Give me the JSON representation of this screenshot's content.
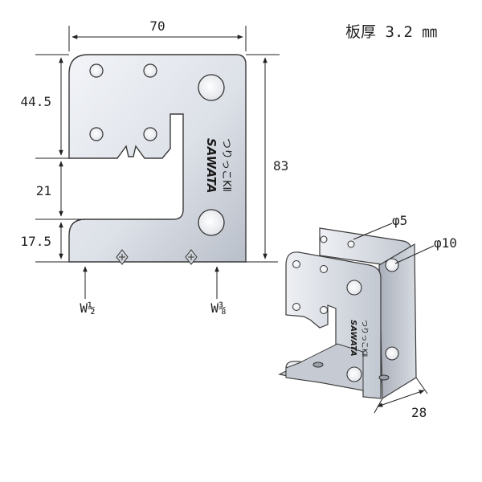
{
  "spec": {
    "thickness": "板厚 3.2 ㎜"
  },
  "dimensions": {
    "width": "70",
    "height_total": "83",
    "upper_height": "44.5",
    "slot_height": "21",
    "lower_height": "17.5",
    "depth": "28"
  },
  "holes": {
    "small": "φ5",
    "large": "φ10"
  },
  "bolt_marks": {
    "left": "W½",
    "right": "W⅜"
  },
  "product": {
    "brand": "SAWATA",
    "model": "つりっこKⅡ"
  },
  "colors": {
    "metal_light": "#e6e9ef",
    "metal_mid": "#c9ced7",
    "metal_dark": "#8d939e",
    "outline": "#3a3a3a"
  }
}
